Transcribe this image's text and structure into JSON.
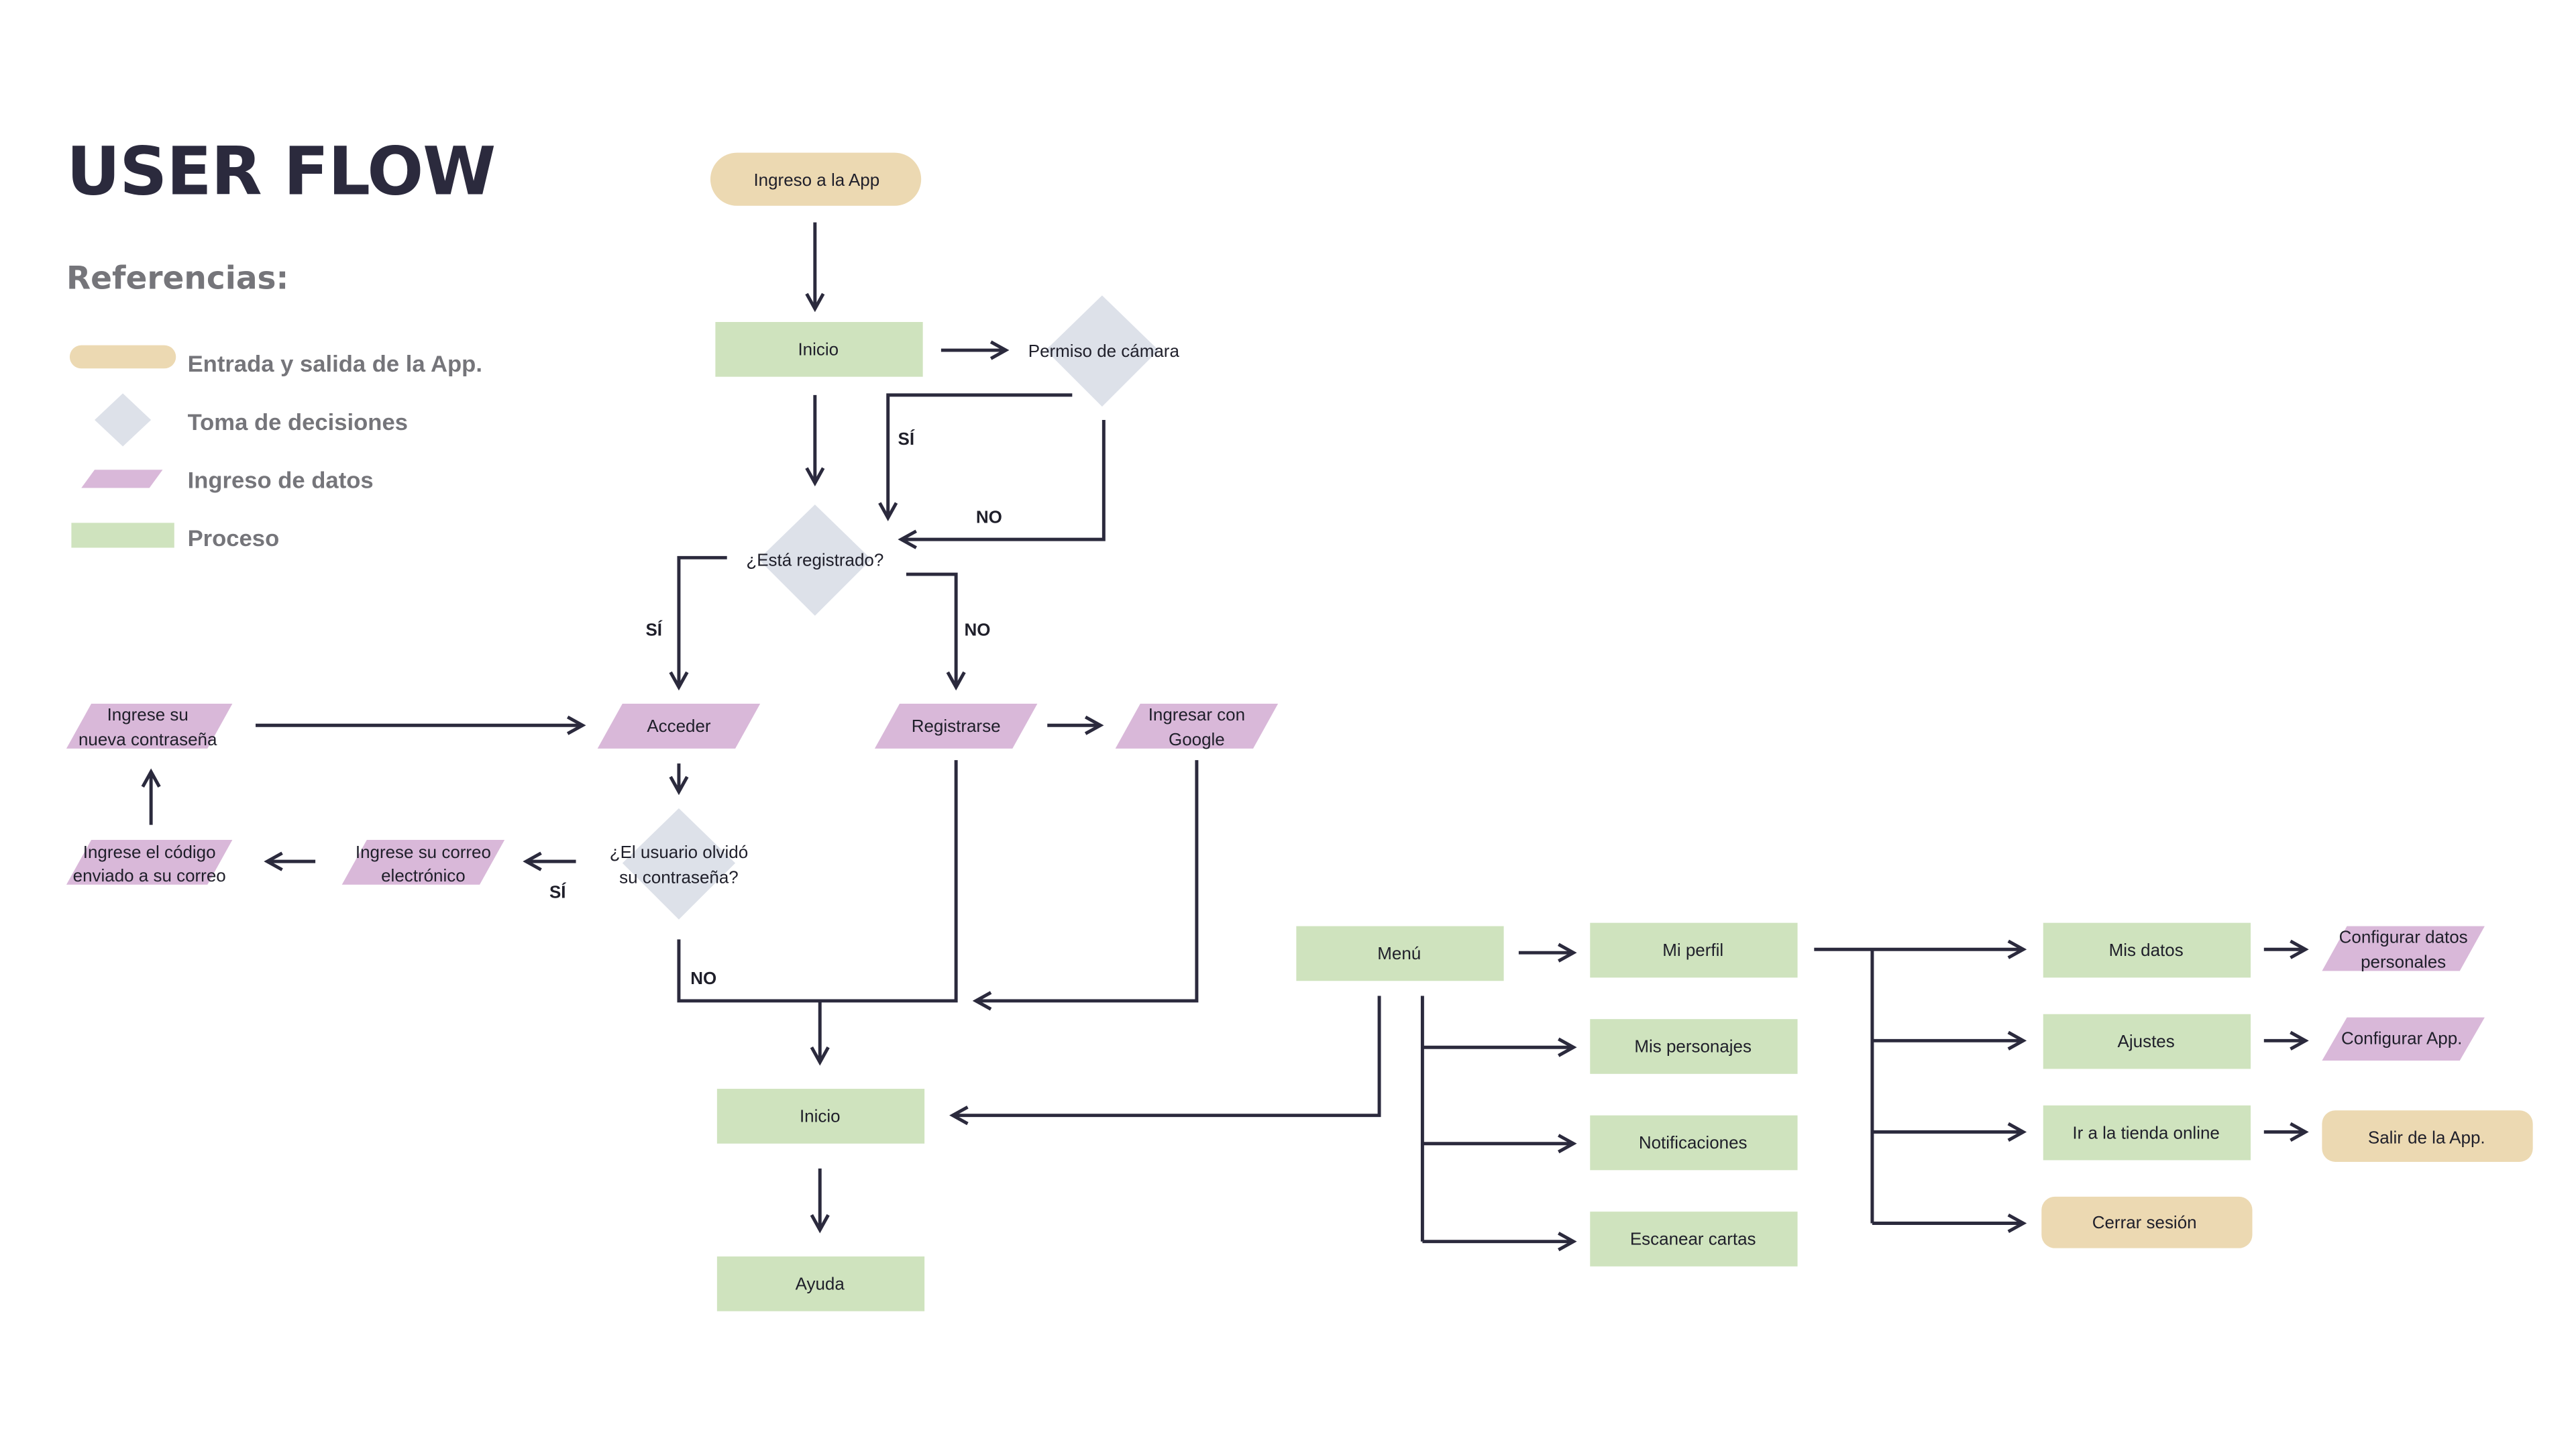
{
  "title": "USER FLOW",
  "references": {
    "heading": "Referencias:",
    "items": [
      {
        "label": "Entrada y salida de la App.",
        "shape": "terminal"
      },
      {
        "label": "Toma de decisiones",
        "shape": "decision"
      },
      {
        "label": "Ingreso de datos",
        "shape": "data"
      },
      {
        "label": "Proceso",
        "shape": "process"
      }
    ]
  },
  "colors": {
    "terminal": "#ecd9b2",
    "decision": "#dde1e9",
    "data": "#d9b8d9",
    "process": "#cfe3be",
    "line": "#2b2a3d"
  },
  "nodes": {
    "ingreso_app": "Ingreso a la App",
    "inicio_1": "Inicio",
    "permiso_camara": "Permiso de cámara",
    "esta_registrado": "¿Está registrado?",
    "acceder": "Acceder",
    "registrarse": "Registrarse",
    "ingresar_google": [
      "Ingresar con",
      "Google"
    ],
    "nueva_contrasena": [
      "Ingrese su",
      "nueva contraseña"
    ],
    "olvido_contrasena": [
      "¿El usuario olvidó",
      "su contraseña?"
    ],
    "correo_electronico": [
      "Ingrese su correo",
      "electrónico"
    ],
    "codigo_correo": [
      "Ingrese el código",
      "enviado a su correo"
    ],
    "inicio_2": "Inicio",
    "ayuda": "Ayuda",
    "menu": "Menú",
    "mi_perfil": "Mi perfil",
    "mis_personajes": "Mis personajes",
    "notificaciones": "Notificaciones",
    "escanear_cartas": "Escanear cartas",
    "mis_datos": "Mis datos",
    "ajustes": "Ajustes",
    "tienda_online": "Ir a la tienda online",
    "cerrar_sesion": "Cerrar sesión",
    "config_datos": [
      "Configurar datos",
      "personales"
    ],
    "config_app": "Configurar App.",
    "salir_app": "Salir de la App."
  },
  "edge_labels": {
    "si_camara": "SÍ",
    "no_camara": "NO",
    "si_registrado": "SÍ",
    "no_registrado": "NO",
    "si_olvido": "SÍ",
    "no_olvido": "NO"
  }
}
